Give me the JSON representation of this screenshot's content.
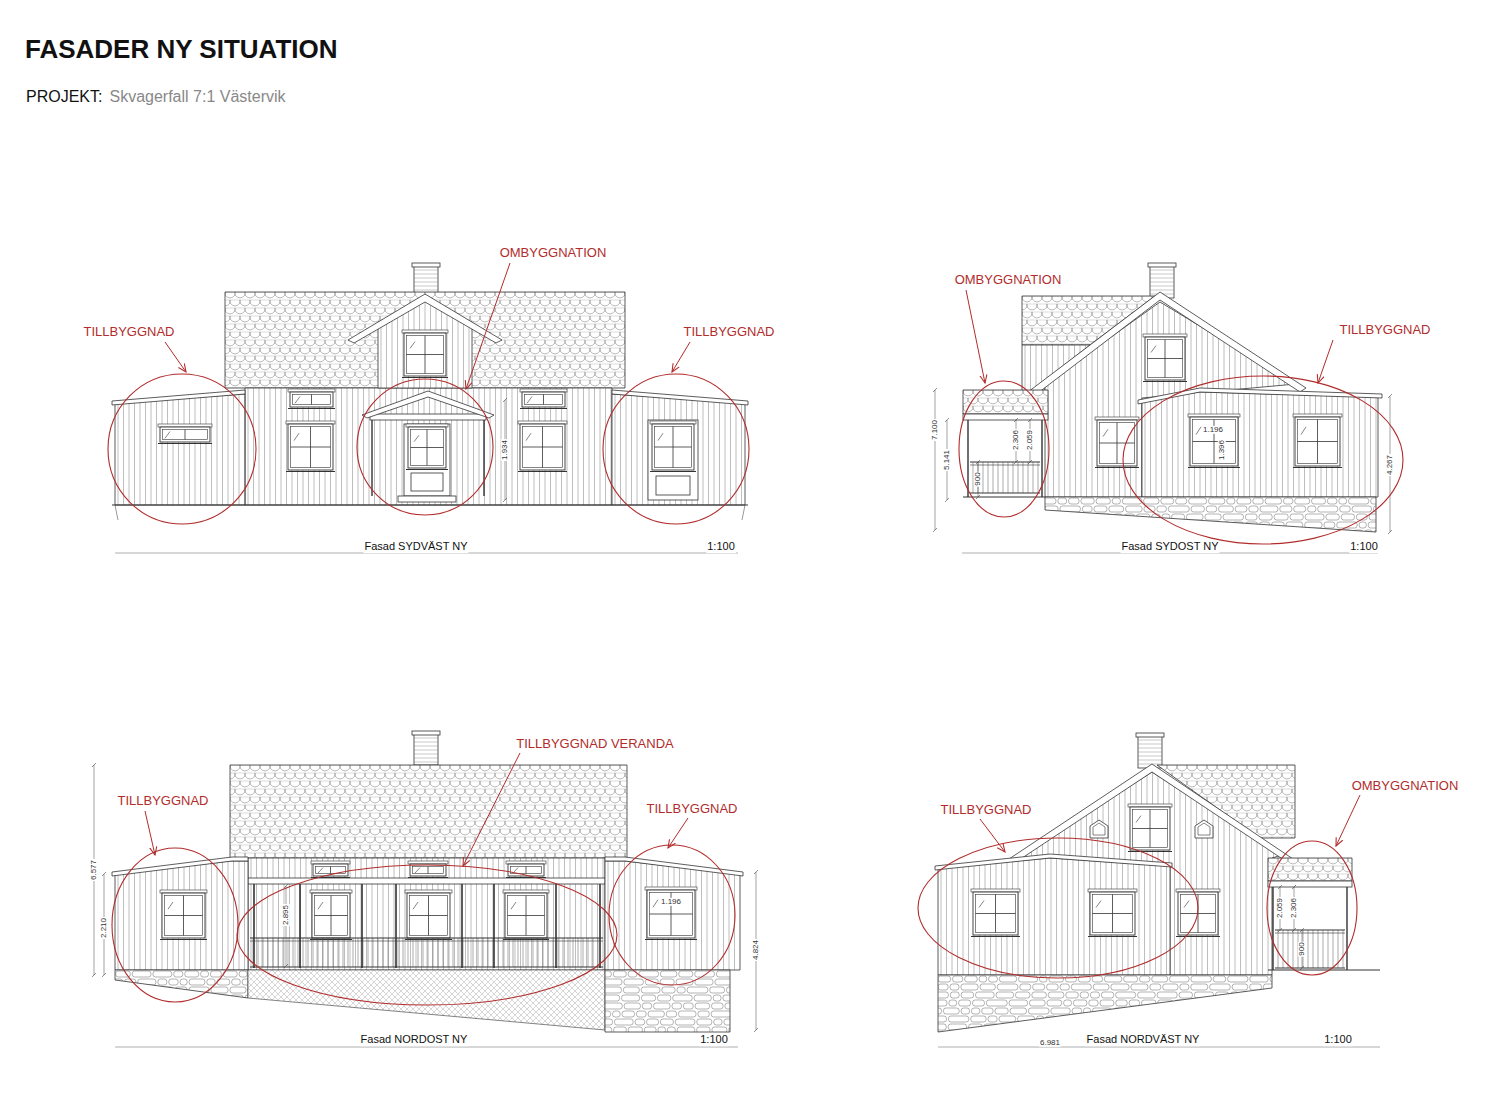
{
  "diagram": {
    "title": "FASADER NY SITUATION",
    "labels": [
      "PROJEKT:",
      "Skvagerfall 7:1 Västervik",
      "TILLBYGGNAD",
      "OMBYGGNATION",
      "TILLBYGGNAD",
      "Fasad SYDVÄST NY",
      "1:100",
      "1.934",
      "OMBYGGNATION",
      "TILLBYGGNAD",
      "Fasad SYDOST NY",
      "1:100",
      "7.100",
      "5.141",
      "2.306",
      "2.059",
      "900",
      "1.196",
      "1.396",
      "4.267",
      "TILLBYGGNAD VERANDA",
      "TILLBYGGNAD",
      "TILLBYGGNAD",
      "Fasad NORDOST NY",
      "1:100",
      "6.577",
      "2.210",
      "2.895",
      "1.196",
      "4.824",
      "TILLBYGGNAD",
      "OMBYGGNATION",
      "Fasad NORDVÄST NY",
      "1:100",
      "2.306",
      "2.059",
      "900",
      "6.981"
    ]
  }
}
